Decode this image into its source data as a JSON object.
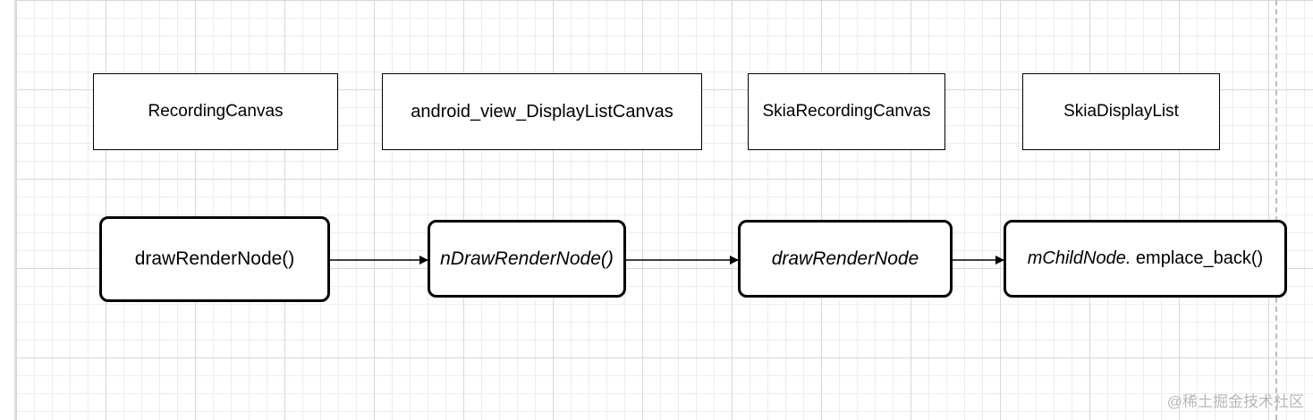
{
  "diagram": {
    "classes": [
      {
        "label": "RecordingCanvas"
      },
      {
        "label": "android_view_DisplayListCanvas"
      },
      {
        "label": "SkiaRecordingCanvas"
      },
      {
        "label": "SkiaDisplayList"
      }
    ],
    "nodes": [
      {
        "label": "drawRenderNode()"
      },
      {
        "label": "nDrawRenderNode()"
      },
      {
        "label": "drawRenderNode"
      },
      {
        "label_italic": "mChildNode.",
        "label_rest": " emplace_back()"
      }
    ]
  },
  "watermark": "@稀土掘金技术社区",
  "colors": {
    "stroke": "#000000",
    "background": "#ffffff",
    "grid_major": "#d8d8d8",
    "grid_minor": "#ededed",
    "watermark": "#b8b8b8"
  }
}
